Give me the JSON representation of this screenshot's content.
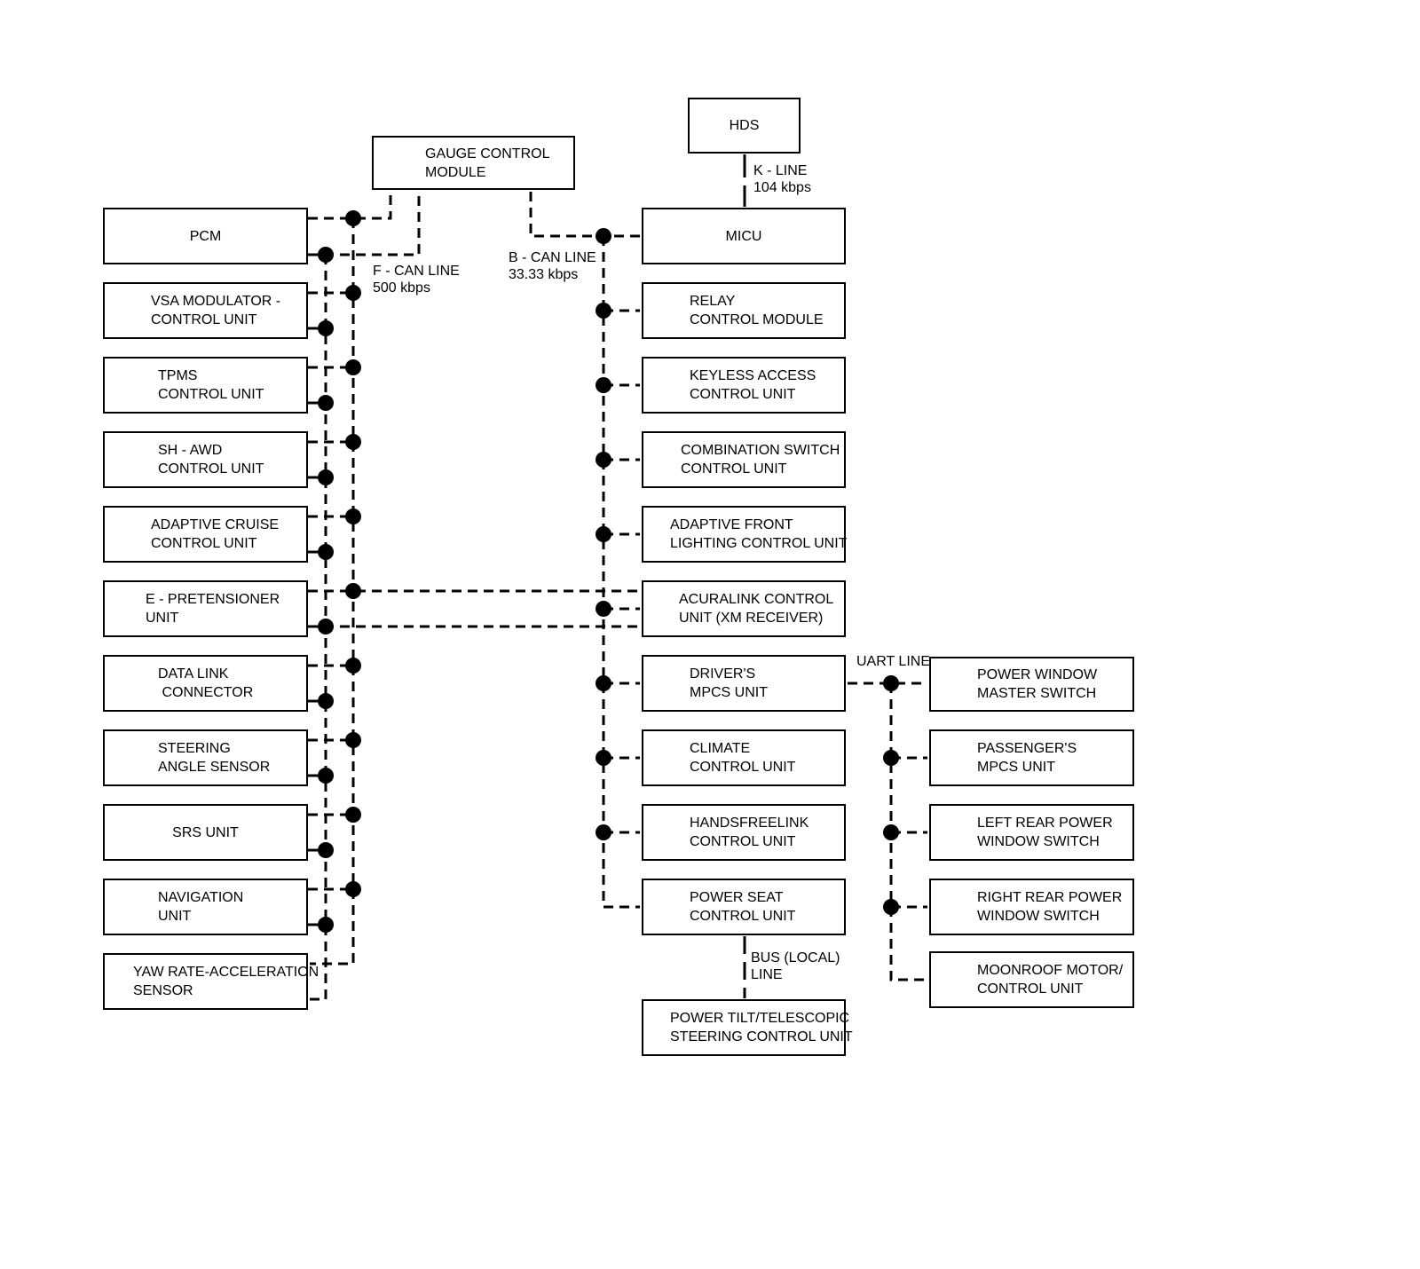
{
  "diagram": {
    "background_color": "#ffffff",
    "line_color": "#000000",
    "labels": {
      "k_line": "K - LINE\n104 kbps",
      "b_can": "B - CAN LINE\n33.33 kbps",
      "f_can": "F - CAN LINE\n500 kbps",
      "uart": "UART LINE",
      "bus_local": "BUS (LOCAL)\nLINE"
    },
    "nodes": [
      {
        "id": "hds",
        "label": "HDS"
      },
      {
        "id": "gauge-control-module",
        "label": "GAUGE CONTROL\nMODULE"
      },
      {
        "id": "pcm",
        "label": "PCM"
      },
      {
        "id": "vsa-modulator",
        "label": "VSA MODULATOR -\nCONTROL UNIT"
      },
      {
        "id": "tpms",
        "label": "TPMS\nCONTROL UNIT"
      },
      {
        "id": "sh-awd",
        "label": "SH - AWD\nCONTROL UNIT"
      },
      {
        "id": "adaptive-cruise",
        "label": "ADAPTIVE CRUISE\nCONTROL UNIT"
      },
      {
        "id": "e-pretensioner",
        "label": "E - PRETENSIONER\nUNIT"
      },
      {
        "id": "data-link-connector",
        "label": "DATA LINK\n CONNECTOR"
      },
      {
        "id": "steering-angle-sensor",
        "label": "STEERING\nANGLE SENSOR"
      },
      {
        "id": "srs",
        "label": "SRS UNIT"
      },
      {
        "id": "navigation",
        "label": "NAVIGATION\nUNIT"
      },
      {
        "id": "yaw-rate-acceleration-sensor",
        "label": "YAW RATE-ACCELERATION\nSENSOR"
      },
      {
        "id": "micu",
        "label": "MICU"
      },
      {
        "id": "relay-control-module",
        "label": "RELAY\nCONTROL MODULE"
      },
      {
        "id": "keyless-access",
        "label": "KEYLESS ACCESS\nCONTROL UNIT"
      },
      {
        "id": "combination-switch",
        "label": "COMBINATION SWITCH\nCONTROL UNIT"
      },
      {
        "id": "adaptive-front-lighting",
        "label": "ADAPTIVE FRONT\nLIGHTING CONTROL UNIT"
      },
      {
        "id": "acuralink",
        "label": "ACURALINK CONTROL\nUNIT (XM RECEIVER)"
      },
      {
        "id": "drivers-mpcs",
        "label": "DRIVER'S\nMPCS UNIT"
      },
      {
        "id": "climate-control",
        "label": "CLIMATE\nCONTROL UNIT"
      },
      {
        "id": "handsfreelink",
        "label": "HANDSFREELINK\nCONTROL UNIT"
      },
      {
        "id": "power-seat",
        "label": "POWER SEAT\nCONTROL UNIT"
      },
      {
        "id": "power-tilt-telescopic",
        "label": "POWER TILT/TELESCOPIC\nSTEERING CONTROL UNIT"
      },
      {
        "id": "power-window-master-switch",
        "label": "POWER WINDOW\nMASTER SWITCH"
      },
      {
        "id": "passengers-mpcs",
        "label": "PASSENGER'S\nMPCS UNIT"
      },
      {
        "id": "left-rear-power-window-switch",
        "label": "LEFT REAR POWER\nWINDOW SWITCH"
      },
      {
        "id": "right-rear-power-window-switch",
        "label": "RIGHT REAR POWER\nWINDOW SWITCH"
      },
      {
        "id": "moonroof-motor",
        "label": "MOONROOF MOTOR/\nCONTROL UNIT"
      }
    ]
  }
}
